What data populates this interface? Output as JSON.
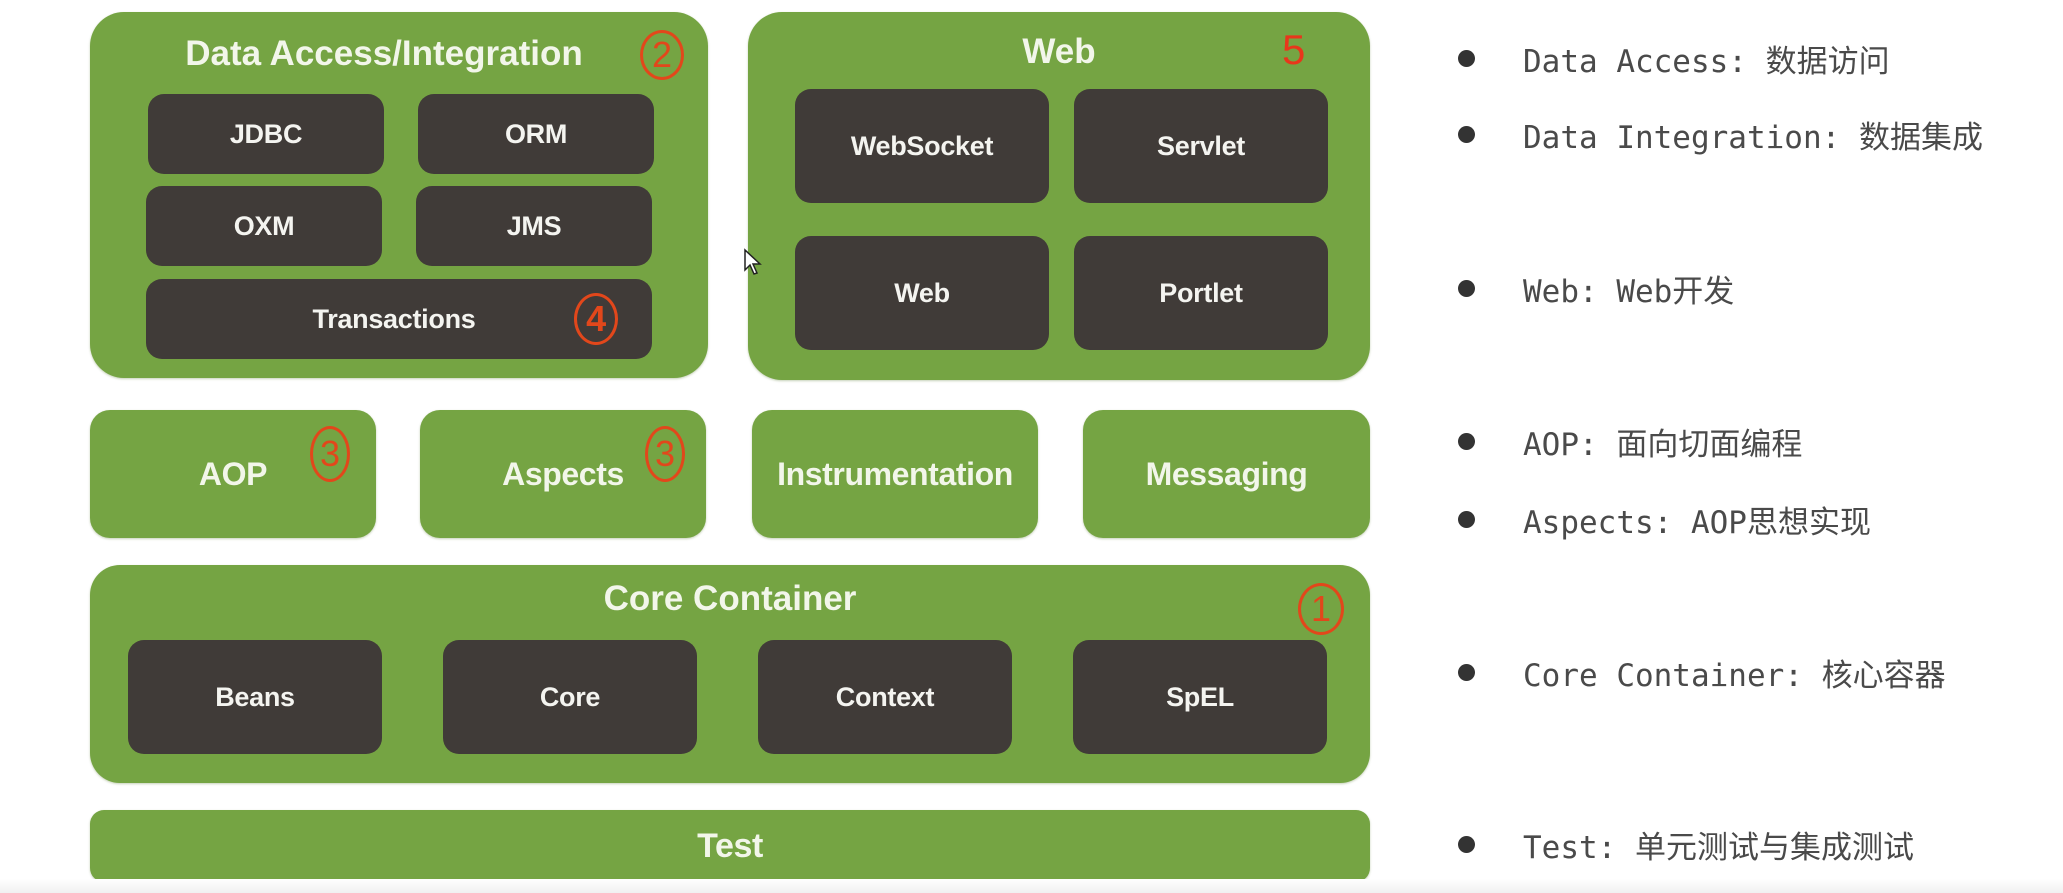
{
  "diagram": {
    "data_access": {
      "title": "Data Access/Integration",
      "marker": "2",
      "modules": [
        "JDBC",
        "ORM",
        "OXM",
        "JMS"
      ],
      "transactions": {
        "label": "Transactions",
        "marker": "4"
      }
    },
    "web": {
      "title": "Web",
      "marker": "5",
      "modules": [
        "WebSocket",
        "Servlet",
        "Web",
        "Portlet"
      ]
    },
    "middle_row": [
      {
        "label": "AOP",
        "marker": "3"
      },
      {
        "label": "Aspects",
        "marker": "3"
      },
      {
        "label": "Instrumentation",
        "marker": ""
      },
      {
        "label": "Messaging",
        "marker": ""
      }
    ],
    "core_container": {
      "title": "Core Container",
      "marker": "1",
      "modules": [
        "Beans",
        "Core",
        "Context",
        "SpEL"
      ]
    },
    "test": {
      "label": "Test"
    }
  },
  "notes": [
    "Data Access: 数据访问",
    "Data Integration: 数据集成",
    "Web: Web开发",
    "AOP: 面向切面编程",
    "Aspects: AOP思想实现",
    "Core Container: 核心容器",
    "Test: 单元测试与集成测试"
  ],
  "colors": {
    "module_group_green": "#75a443",
    "module_dark": "#403b38",
    "marker_red": "#e2471b"
  }
}
